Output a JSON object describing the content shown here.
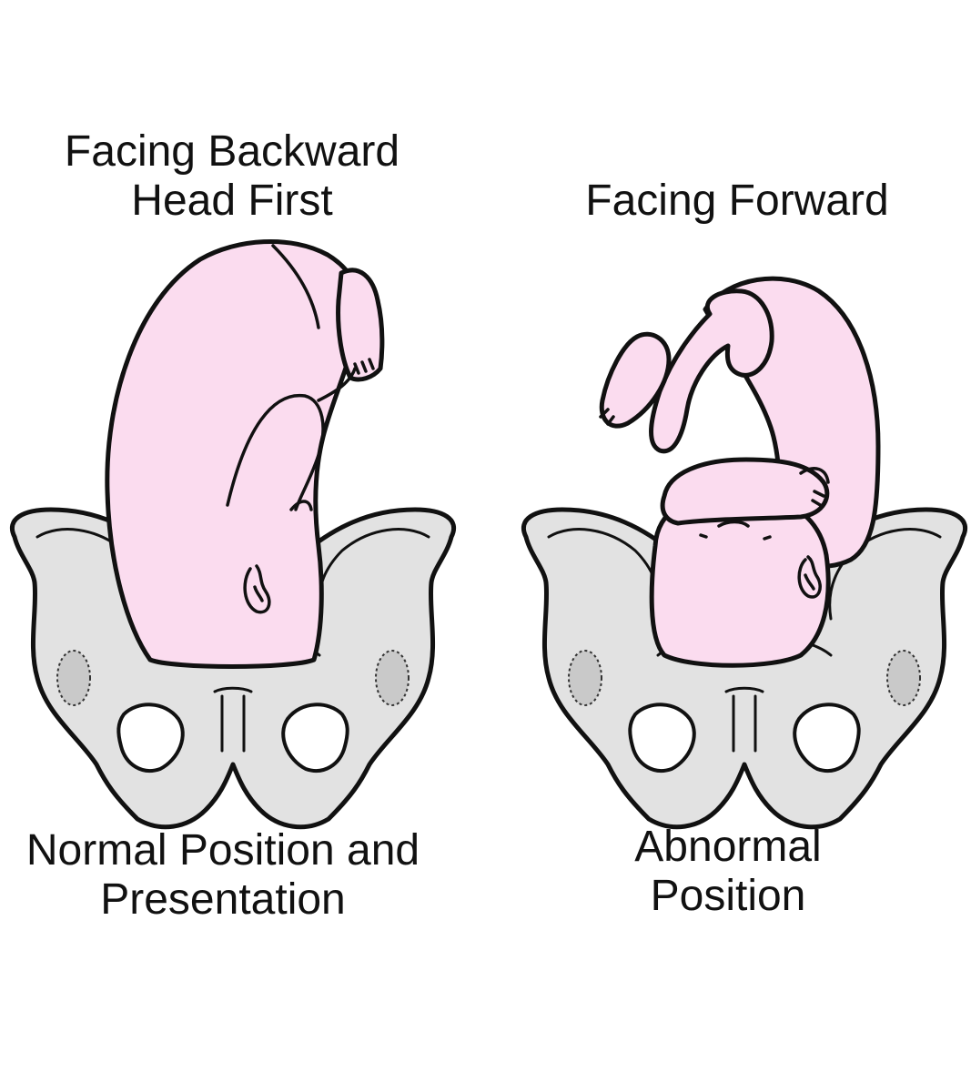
{
  "labels": {
    "left_top": [
      "Facing Backward",
      "Head First"
    ],
    "right_top": [
      "Facing Forward"
    ],
    "left_bottom": [
      "Normal Position and",
      "Presentation"
    ],
    "right_bottom": [
      "Abnormal",
      "Position"
    ]
  },
  "colors": {
    "pelvis_fill": "#e2e2e2",
    "fetus_fill": "#fbdcef",
    "outline": "#111111"
  }
}
